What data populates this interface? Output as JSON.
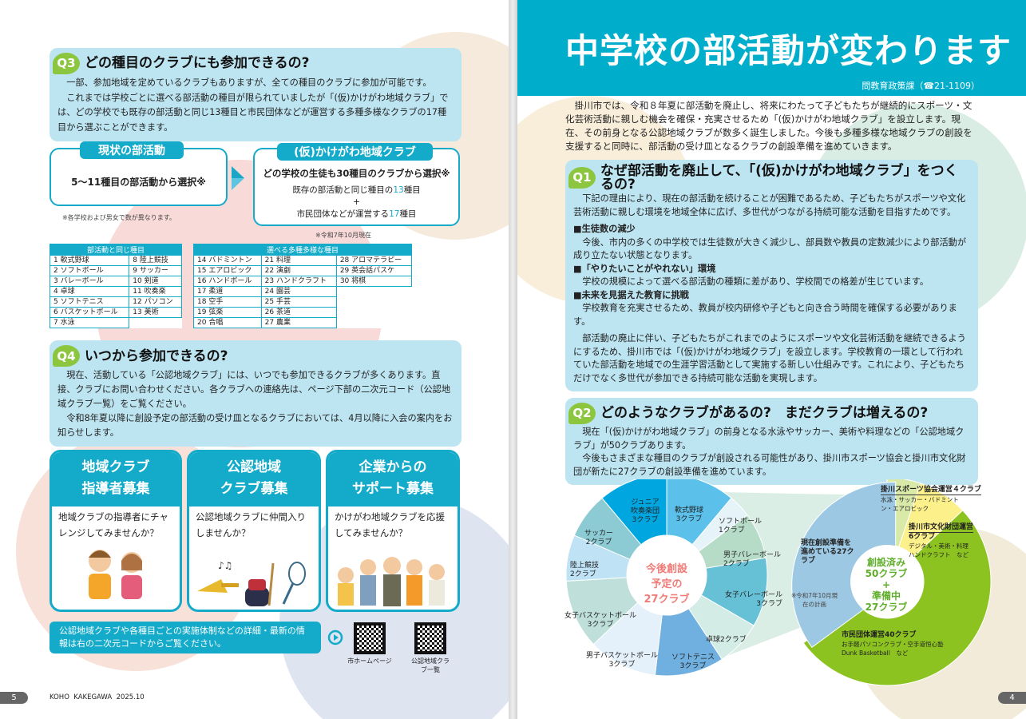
{
  "left_page": {
    "q3": {
      "badge": "Q3",
      "title": "どの種目のクラブにも参加できるの?",
      "paragraphs": [
        "一部、参加地域を定めているクラブもありますが、全ての種目のクラブに参加が可能です。",
        "これまでは学校ごとに選べる部活動の種目が限られていましたが「(仮)かけがわ地域クラブ」では、どの学校でも既存の部活動と同じ13種目と市民団体などが運営する多種多様なクラブの17種目から選ぶことができます。"
      ]
    },
    "compare": {
      "current_title": "現状の部活動",
      "current_text": "5～11種目の部活動から選択※",
      "current_note": "※各学校および男女で数が異なります。",
      "new_title": "(仮)かけがわ地域クラブ",
      "new_text": "どの学校の生徒も30種目のクラブから選択※",
      "new_line1_pre": "既存の部活動と同じ種目の",
      "new_line1_num": "13",
      "new_line1_post": "種目",
      "plus": "+",
      "new_line2_pre": "市民団体などが運営する",
      "new_line2_num": "17",
      "new_line2_post": "種目",
      "new_note": "※令和7年10月現在"
    },
    "table_same": {
      "header": "部活動と同じ種目",
      "rows": [
        [
          "1 軟式野球",
          "8 陸上競技"
        ],
        [
          "2 ソフトボール",
          "9 サッカー"
        ],
        [
          "3 バレーボール",
          "10 剣道"
        ],
        [
          "4 卓球",
          "11 吹奏楽"
        ],
        [
          "5 ソフトテニス",
          "12 パソコン"
        ],
        [
          "6 バスケットボール",
          "13 美術"
        ],
        [
          "7 水泳",
          ""
        ]
      ]
    },
    "table_various": {
      "header": "選べる多種多様な種目",
      "rows": [
        [
          "14 バドミントン",
          "21 料理",
          "28 アロマテラピー"
        ],
        [
          "15 エアロビック",
          "22 演劇",
          "29 英会話パスケ"
        ],
        [
          "16 ハンドボール",
          "23 ハンドクラフト",
          "30 将棋"
        ],
        [
          "17 柔道",
          "24 園芸",
          ""
        ],
        [
          "18 空手",
          "25 手芸",
          ""
        ],
        [
          "19 弦楽",
          "26 茶道",
          ""
        ],
        [
          "20 合唱",
          "27 農業",
          ""
        ]
      ]
    },
    "q4": {
      "badge": "Q4",
      "title": "いつから参加できるの?",
      "paragraphs": [
        "現在、活動している「公認地域クラブ」には、いつでも参加できるクラブが多くあります。直接、クラブにお問い合わせください。各クラブへの連絡先は、ページ下部の二次元コード（公認地域クラブ一覧）をご覧ください。",
        "令和8年夏以降に創設予定の部活動の受け皿となるクラブにおいては、4月以降に入会の案内をお知らせします。"
      ]
    },
    "cards": [
      {
        "title1": "地域クラブ",
        "title2": "指導者募集",
        "text": "地域クラブの指導者にチャレンジしてみませんか？"
      },
      {
        "title1": "公認地域",
        "title2": "クラブ募集",
        "text": "公認地域クラブに仲間入りしませんか？"
      },
      {
        "title1": "企業からの",
        "title2": "サポート募集",
        "text": "かけがわ地域クラブを応援してみませんか？"
      }
    ],
    "info_bar": "公認地域クラブや各種目ごとの実施体制などの詳細・最新の情報は右の二次元コードからご覧ください。",
    "qr": [
      {
        "label": "市ホームページ"
      },
      {
        "label": "公認地域クラブ一覧"
      }
    ],
    "page_number": "5",
    "footer": "KOHO  KAKEGAWA  2025.10"
  },
  "right_page": {
    "title": "中学校の部活動が変わります",
    "contact": "問教育政策課（☎21-1109）",
    "intro": "掛川市では、令和８年夏に部活動を廃止し、将来にわたって子どもたちが継続的にスポーツ・文化芸術活動に親しむ機会を確保・充実させるため「(仮)かけがわ地域クラブ」を設立します。現在、その前身となる公認地域クラブが数多く誕生しました。今後も多種多様な地域クラブの創設を支援すると同時に、部活動の受け皿となるクラブの創設準備を進めていきます。",
    "q1": {
      "badge": "Q1",
      "title": "なぜ部活動を廃止して、「(仮)かけがわ地域クラブ」をつくるの?",
      "lead": "下記の理由により、現在の部活動を続けることが困難であるため、子どもたちがスポーツや文化芸術活動に親しむ環境を地域全体に広げ、多世代がつながる持続可能な活動を目指すためです。",
      "reasons": [
        {
          "head": "■生徒数の減少",
          "text": "今後、市内の多くの中学校では生徒数が大きく減少し、部員数や教員の定数減少により部活動が成り立たない状態となります。"
        },
        {
          "head": "■「やりたいことがやれない」環境",
          "text": "学校の規模によって選べる部活動の種類に差があり、学校間での格差が生じています。"
        },
        {
          "head": "■未来を見据えた教育に挑戦",
          "text": "学校教育を充実させるため、教員が校内研修や子どもと向き合う時間を確保する必要があります。"
        }
      ],
      "closing": "部活動の廃止に伴い、子どもたちがこれまでのようにスポーツや文化芸術活動を継続できるようにするため、掛川市では「(仮)かけがわ地域クラブ」を設立します。学校教育の一環として行われていた部活動を地域での生涯学習活動として実施する新しい仕組みです。これにより、子どもたちだけでなく多世代が参加できる持続可能な活動を実現します。"
    },
    "q2": {
      "badge": "Q2",
      "title": "どのようなクラブがあるの?　まだクラブは増えるの?",
      "paragraphs": [
        "現在「(仮)かけがわ地域クラブ」の前身となる水泳やサッカー、美術や料理などの「公認地域クラブ」が50クラブあります。",
        "今後もさまざまな種目のクラブが創設される可能性があり、掛川市スポーツ協会と掛川市文化財団が新たに27クラブの創設準備を進めています。"
      ]
    },
    "page_number": "4"
  },
  "chart_data": [
    {
      "type": "pie",
      "title": "今後創設予定の27クラブ",
      "center_lines": [
        "今後創設",
        "予定の",
        "27クラブ"
      ],
      "slices": [
        {
          "name": "軟式野球",
          "label": "3クラブ",
          "value": 3,
          "color": "#5bc0ea"
        },
        {
          "name": "ソフトボール",
          "label": "1クラブ",
          "value": 1,
          "color": "#e6f4fa"
        },
        {
          "name": "男子バレーボール",
          "label": "2クラブ",
          "value": 2,
          "color": "#b6dcc8"
        },
        {
          "name": "女子バレーボール",
          "label": "3クラブ",
          "value": 3,
          "color": "#66c0d6"
        },
        {
          "name": "卓球",
          "label": "2クラブ",
          "value": 2,
          "color": "#d4ece6"
        },
        {
          "name": "ソフトテニス",
          "label": "3クラブ",
          "value": 3,
          "color": "#6fb0e0"
        },
        {
          "name": "男子バスケットボール",
          "label": "3クラブ",
          "value": 3,
          "color": "#e4f1fa"
        },
        {
          "name": "女子バスケットボール",
          "label": "3クラブ",
          "value": 3,
          "color": "#bfe0da"
        },
        {
          "name": "陸上競技",
          "label": "2クラブ",
          "value": 2,
          "color": "#bfe2f5"
        },
        {
          "name": "サッカー",
          "label": "2クラブ",
          "value": 2,
          "color": "#8ccbd4"
        },
        {
          "name": "ジュニア吹奏楽団",
          "label": "3クラブ",
          "value": 3,
          "color": "#00a6e0"
        }
      ]
    },
    {
      "type": "pie",
      "center_lines": [
        "創設済み",
        "50クラブ",
        "+",
        "準備中",
        "27クラブ"
      ],
      "slices": [
        {
          "name": "掛川スポーツ協会運営",
          "label": "掛川スポーツ協会運営４クラブ",
          "detail": "水泳・サッカー・バドミントン・エアロビック",
          "value": 4,
          "color": "#d9e9a8"
        },
        {
          "name": "掛川市文化財団運営",
          "label": "掛川市文化財団運営",
          "count": "6クラブ",
          "detail": "デジタル・美術・料理ハンドクラフト　など",
          "value": 6,
          "color": "#fbf08a"
        },
        {
          "name": "市民団体運営",
          "label": "市民団体運営40クラブ",
          "detail": "お手軽パソコンクラブ・空手道恒心塾 Dunk Basketball　など",
          "value": 40,
          "color": "#8cc320"
        },
        {
          "name": "現在創設準備",
          "label": "現在創設準備を進めている27クラブ",
          "detail": "※令和7年10月現在の計画",
          "value": 27,
          "color": "#9dc8e3"
        }
      ]
    }
  ]
}
